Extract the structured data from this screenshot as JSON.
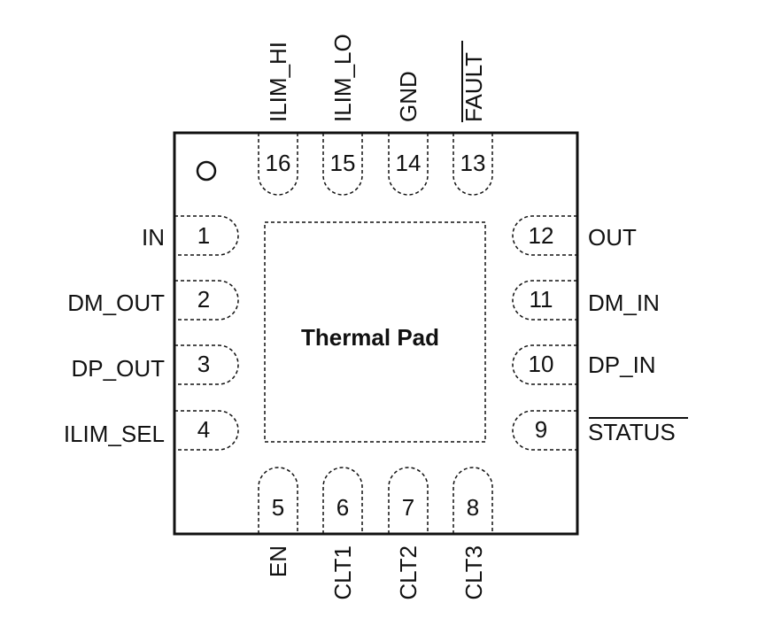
{
  "package": {
    "center_label": "Thermal Pad",
    "pins_left": [
      {
        "number": "1",
        "name": "IN"
      },
      {
        "number": "2",
        "name": "DM_OUT"
      },
      {
        "number": "3",
        "name": "DP_OUT"
      },
      {
        "number": "4",
        "name": "ILIM_SEL"
      }
    ],
    "pins_bottom": [
      {
        "number": "5",
        "name": "EN"
      },
      {
        "number": "6",
        "name": "CLT1"
      },
      {
        "number": "7",
        "name": "CLT2"
      },
      {
        "number": "8",
        "name": "CLT3"
      }
    ],
    "pins_right": [
      {
        "number": "9",
        "name": "STATUS",
        "overbar": true
      },
      {
        "number": "10",
        "name": "DP_IN"
      },
      {
        "number": "11",
        "name": "DM_IN"
      },
      {
        "number": "12",
        "name": "OUT"
      }
    ],
    "pins_top": [
      {
        "number": "13",
        "name": "FAULT",
        "overbar": true
      },
      {
        "number": "14",
        "name": "GND"
      },
      {
        "number": "15",
        "name": "ILIM_LO"
      },
      {
        "number": "16",
        "name": "ILIM_HI"
      }
    ]
  },
  "colors": {
    "line": "#111111",
    "background": "#ffffff"
  }
}
